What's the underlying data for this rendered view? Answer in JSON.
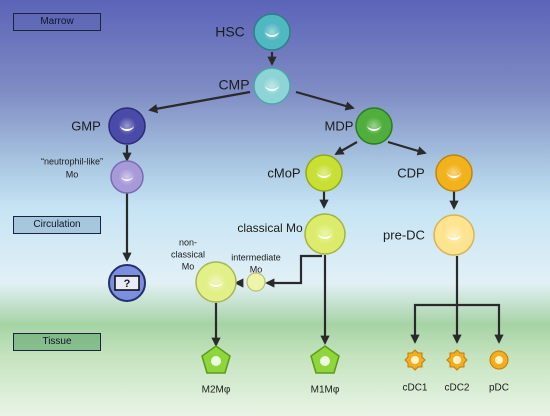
{
  "zones": {
    "marrow": "Marrow",
    "circulation": "Circulation",
    "tissue": "Tissue"
  },
  "cells": {
    "hsc": "HSC",
    "cmp": "CMP",
    "gmp": "GMP",
    "mdp": "MDP",
    "neutrophil_like_line1": "“neutrophil-like”",
    "neutrophil_like_line2": "Mo",
    "cmop": "cMoP",
    "cdp": "CDP",
    "classical_mo": "classical Mo",
    "pre_dc": "pre-DC",
    "unknown": "?",
    "nonclassical_line1": "non-",
    "nonclassical_line2": "classical",
    "nonclassical_line3": "Mo",
    "intermediate_line1": "intermediate",
    "intermediate_line2": "Mo",
    "m2": "M2Mφ",
    "m1": "M1Mφ",
    "cdc1": "cDC1",
    "cdc2": "cDC2",
    "pdc": "pDC"
  },
  "colors": {
    "marrow_top": "#5b64b8",
    "circulation": "#bfe0f2",
    "tissue": "#8cc98c",
    "hsc": "#4fb8c0",
    "cmp": "#8ed4d6",
    "gmp": "#4a4aa8",
    "neutrophil_like": "#a89ad8",
    "unknown": "#7c8ee0",
    "mdp": "#4fae3c",
    "cmop": "#c8e034",
    "classical": "#dcec6a",
    "nonclassical": "#e2f088",
    "macrophage": "#8ed63a",
    "cdp": "#f2b21c",
    "pre_dc": "#ffe490",
    "dc": "#f4ad1c",
    "arrow": "#2a2a2a"
  }
}
